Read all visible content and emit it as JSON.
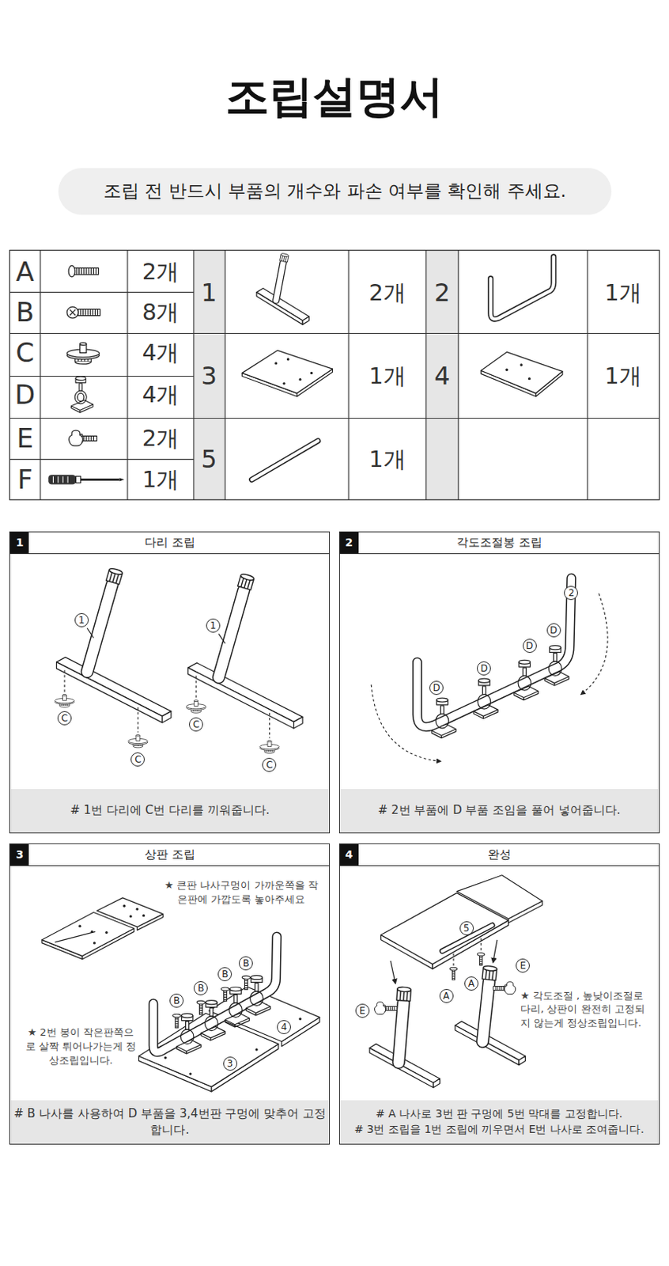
{
  "diagram": {
    "title": "조립설명서",
    "nodes": [
      {
        "text": [
          "조립 전 반드시 부품의 개수와 파손 여부를 확인해 주세요."
        ]
      },
      {
        "text": [
          "1",
          "다리 조립",
          "# 1번 다리에 C번 다리를 끼워줍니다."
        ]
      },
      {
        "text": [
          "2",
          "각도조절봉 조립",
          "# 2번 부품에 D 부품 조임을 풀어 넣어줍니다."
        ]
      },
      {
        "text": [
          "3",
          "상판 조립",
          "# B 나사를 사용하여 D 부품을 3,4번판 구멍에 맞추어 고정합니다."
        ]
      },
      {
        "text": [
          "4",
          "완성",
          "# A 나사로 3번 판 구멍에 5번 막대를 고정합니다.",
          "# 3번 조립을 1번 조립에 끼우면서 E번 나사로 조여줍니다."
        ]
      }
    ],
    "labels": [
      "A",
      "2개",
      "1",
      "2개",
      "2",
      "1개",
      "B",
      "8개",
      "C",
      "4개",
      "3",
      "1개",
      "4",
      "1개",
      "D",
      "4개",
      "E",
      "2개",
      "5",
      "1개",
      "F",
      "1개",
      "1",
      "1",
      "C",
      "C",
      "C",
      "C",
      "2",
      "D",
      "D",
      "D",
      "D",
      "★ 큰판 나사구멍이 가까운쪽을 작은판에 가깝도록 놓아주세요",
      "B",
      "B",
      "B",
      "B",
      "★ 2번 봉이 작은판쪽으로 살짝 튀어나가는게 정상조립입니다.",
      "4",
      "3",
      "5",
      "E",
      "A",
      "A",
      "E",
      "★ 각도조절 , 높낮이조절로 다리, 상판이 완전히 고정되지 않는게 정상조립입니다."
    ]
  }
}
